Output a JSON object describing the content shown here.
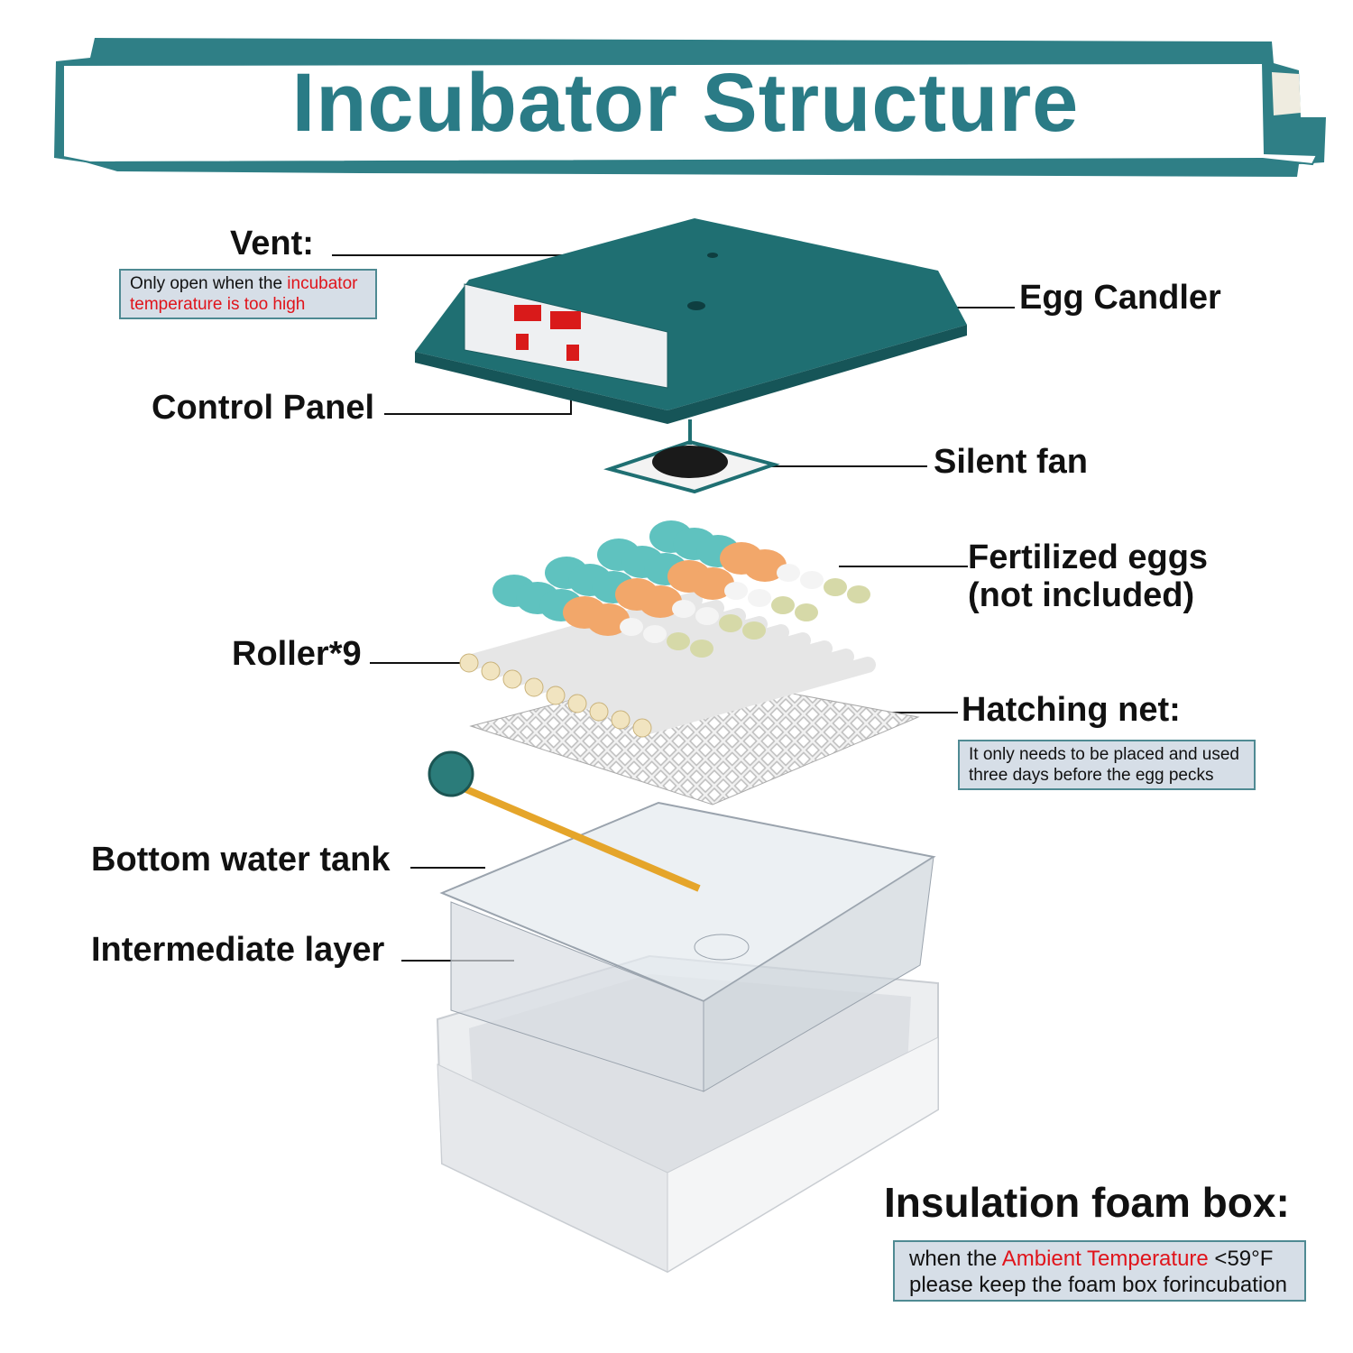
{
  "title": "Incubator Structure",
  "colors": {
    "title": "#2a7b86",
    "lid": "#1f6f72",
    "note_bg": "#d6dee7",
    "highlight": "#e0141b"
  },
  "labels": {
    "vent": "Vent:",
    "vent_note": {
      "plain": "Only open when the ",
      "highlight": "incubator temperature is too high"
    },
    "egg_candler": "Egg Candler",
    "control_panel": "Control Panel",
    "silent_fan": "Silent fan",
    "fertilized_eggs": "Fertilized eggs",
    "fertilized_eggs_note": "(not included)",
    "roller": "Roller*9",
    "hatching_net": "Hatching net:",
    "hatching_net_note": "It only needs to be placed and used three days before the egg pecks",
    "bottom_water_tank": "Bottom water tank",
    "intermediate_layer": "Intermediate layer",
    "foam_box": "Insulation foam box:",
    "foam_box_note": {
      "plain1": "when the ",
      "highlight": "Ambient Temperature",
      "plain2": " <59°F",
      "line2": "please keep the foam box forincubation"
    }
  }
}
